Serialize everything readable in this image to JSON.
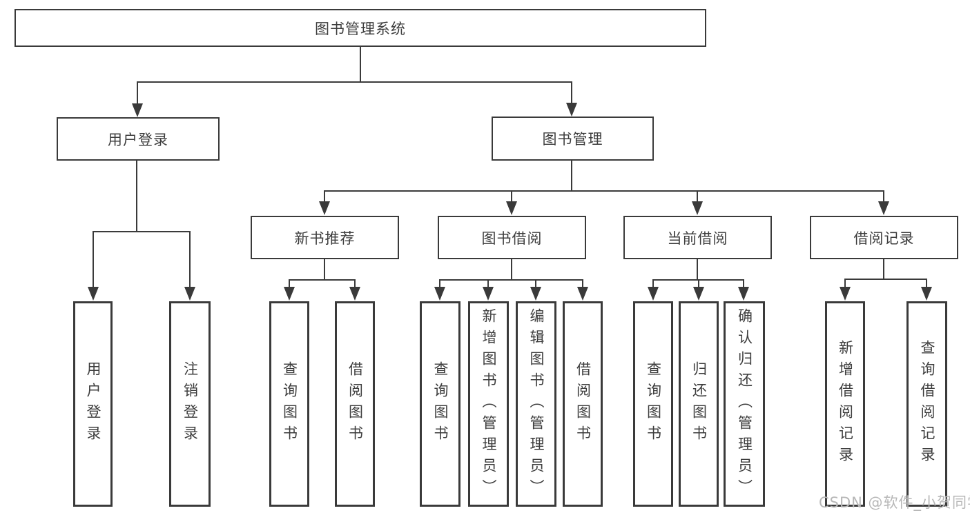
{
  "diagram": {
    "title": "图书管理系统",
    "root": {
      "label": "图书管理系统"
    },
    "level2": [
      {
        "label": "用户登录"
      },
      {
        "label": "图书管理"
      }
    ],
    "level3": [
      {
        "label": "新书推荐"
      },
      {
        "label": "图书借阅"
      },
      {
        "label": "当前借阅"
      },
      {
        "label": "借阅记录"
      }
    ],
    "leaves": {
      "user_login": [
        "用户登录",
        "注销登录"
      ],
      "new_books": [
        "查询图书",
        "借阅图书"
      ],
      "book_borrow": [
        "查询图书",
        "新增图书（管理员）",
        "编辑图书（管理员）",
        "借阅图书"
      ],
      "current_borrow": [
        "查询图书",
        "归还图书",
        "确认归还（管理员）"
      ],
      "borrow_records": [
        "新增借阅记录",
        "查询借阅记录"
      ]
    }
  },
  "watermark": "CSDN @软件_小贺同学",
  "colors": {
    "line": "#3a3a3a",
    "border": "#3a3a3a",
    "text": "#3d3d3d",
    "watermark": "#b7b7b7",
    "background": "#ffffff"
  }
}
